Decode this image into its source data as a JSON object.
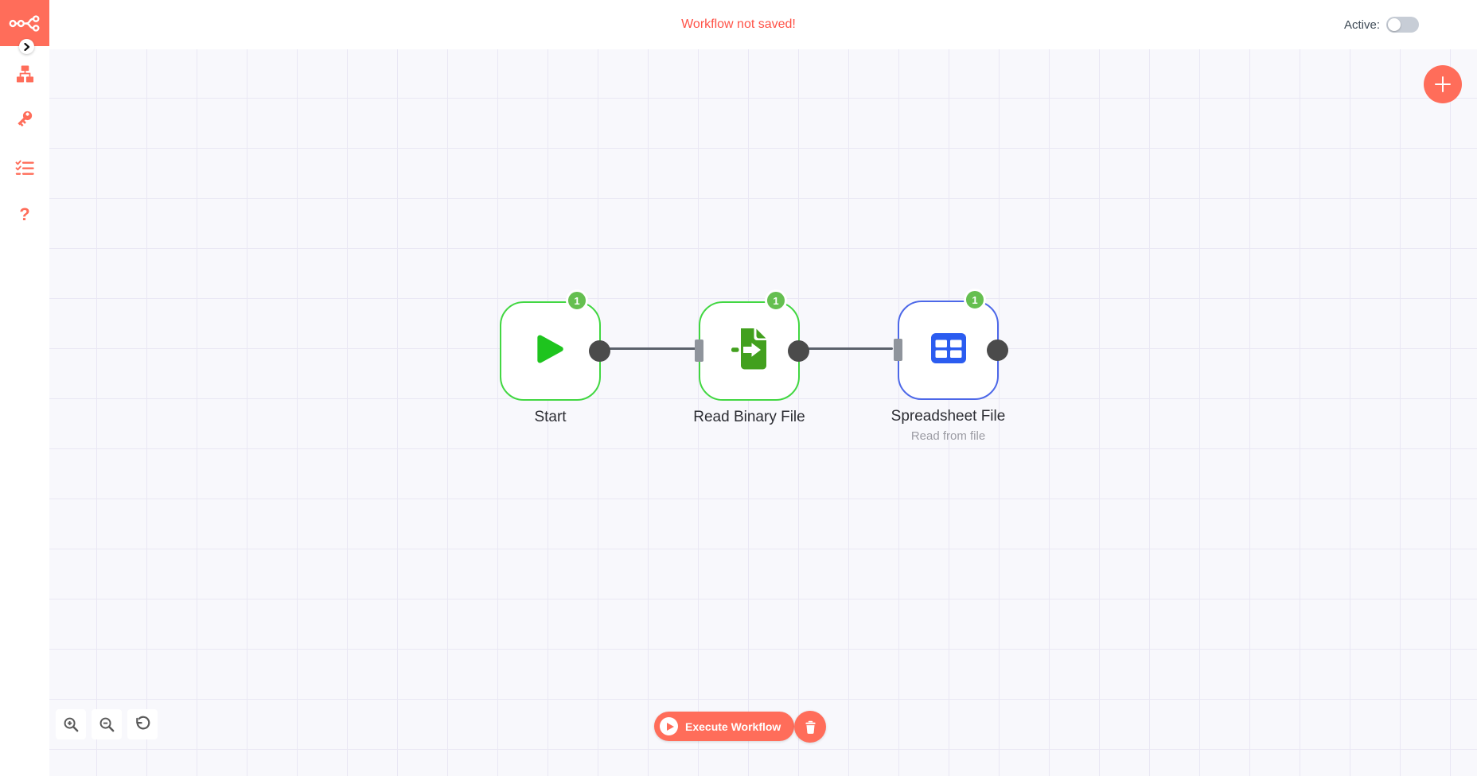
{
  "header": {
    "warning_text": "Workflow not saved!",
    "active_label": "Active:",
    "active_toggle_state": "off"
  },
  "sidebar": {
    "logo_icon": "n8n-logo",
    "collapse_icon": "chevron-right-icon",
    "items": [
      {
        "icon": "workflows-icon"
      },
      {
        "icon": "credentials-icon"
      },
      {
        "icon": "executions-icon"
      },
      {
        "icon": "help-icon",
        "glyph": "?"
      }
    ]
  },
  "canvas": {
    "nodes": [
      {
        "name": "Start",
        "subtitle": "",
        "badge": "1",
        "icon": "play-icon",
        "accent": "#42d742"
      },
      {
        "name": "Read Binary File",
        "subtitle": "",
        "badge": "1",
        "icon": "file-import-icon",
        "accent": "#42d742"
      },
      {
        "name": "Spreadsheet File",
        "subtitle": "Read from file",
        "badge": "1",
        "icon": "table-icon",
        "accent": "#4d68e8"
      }
    ],
    "connections": [
      {
        "from": "Start",
        "to": "Read Binary File"
      },
      {
        "from": "Read Binary File",
        "to": "Spreadsheet File"
      }
    ]
  },
  "controls": {
    "execute_label": "Execute Workflow",
    "add_node_icon": "plus-icon",
    "delete_icon": "trash-icon",
    "zoom_in_icon": "zoom-in-icon",
    "zoom_out_icon": "zoom-out-icon",
    "reset_zoom_icon": "undo-icon"
  },
  "colors": {
    "brand": "#ff6d5a",
    "warning_text": "#ff5247",
    "node_border_green": "#42d742",
    "node_border_blue": "#4d68e8",
    "badge_green": "#65bf50",
    "play_icon_green": "#1ec41e",
    "file_icon_green": "#42a01e",
    "table_icon_blue": "#2b5cf0",
    "connector_dot": "#4b4b4b",
    "connector_bar": "#8f949c",
    "wire": "#5b616b",
    "canvas_bg": "#f8f8fc",
    "grid_line": "#e9e7f4"
  }
}
